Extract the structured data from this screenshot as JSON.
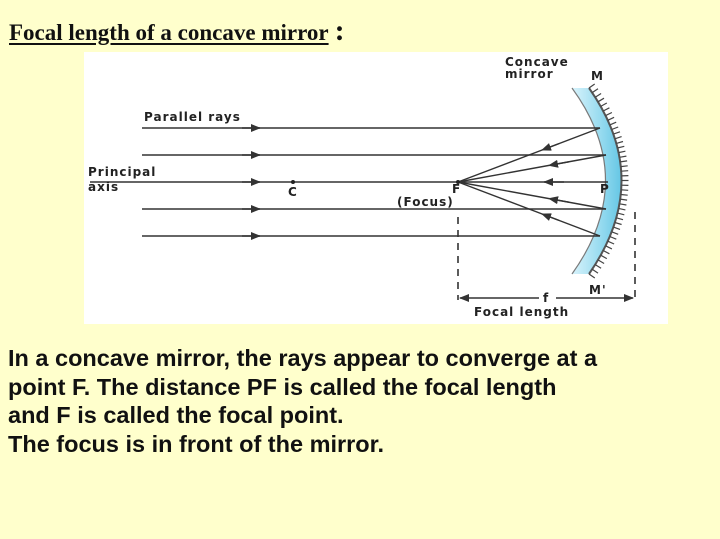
{
  "title": {
    "text": "Focal length of a concave mirror",
    "colon": ":"
  },
  "diagram": {
    "labels": {
      "mirror_top_line1": "Concave",
      "mirror_top_line2": "mirror",
      "mirror_top_letter": "M",
      "parallel_rays": "Parallel rays",
      "principal_line1": "Principal",
      "principal_line2": "axis",
      "center": "C",
      "focus_letter": "F",
      "focus_word": "(Focus)",
      "pole": "P",
      "mirror_bottom_letter": "M'",
      "f_letter": "f",
      "focal_length": "Focal length"
    },
    "colors": {
      "mirror_blue": "#8fd8ee",
      "rays": "#333333"
    }
  },
  "body": {
    "line1": "In a concave mirror, the rays appear to converge at a",
    "line2": "point F. The distance PF is called the focal length",
    "line3": "and F is called the focal point.",
    "line4": "The focus is in front of the mirror."
  }
}
